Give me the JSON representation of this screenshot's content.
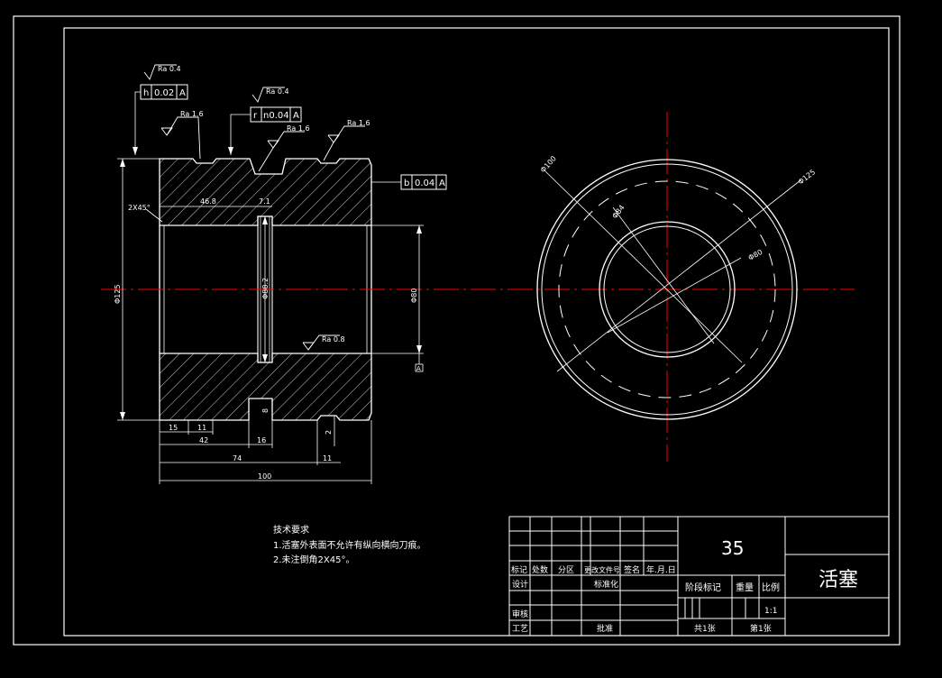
{
  "colors": {
    "background": "#000000",
    "lines": "#ffffff",
    "centerline": "#ff0000"
  },
  "side_view": {
    "tolerance_frames": [
      {
        "symbol": "h",
        "value": "0.02",
        "datum": "A"
      },
      {
        "symbol": "r",
        "value": "n0.04",
        "datum": "A"
      },
      {
        "symbol": "b",
        "value": "0.04",
        "datum": "A"
      }
    ],
    "roughness": [
      "Ra 0.4",
      "Ra 0.4",
      "Ra 1.6",
      "Ra 1.6",
      "Ra 1.6",
      "Ra 0.8"
    ],
    "dims": {
      "chamfer": "2X45°",
      "d46": "46.8",
      "d7": "7.1",
      "dia_od": "Φ125",
      "dia_groove": "Φ88.2",
      "dia_bore": "Φ80",
      "d15": "15",
      "d11a": "11",
      "d42": "42",
      "d16": "16",
      "d8": "8",
      "d2": "2",
      "d74": "74",
      "d11b": "11",
      "d100": "100",
      "datum": "A"
    }
  },
  "front_view": {
    "dims": {
      "r1": "Φ100",
      "r2": "Φ125",
      "r3": "Φ84",
      "r4": "Φ80"
    }
  },
  "notes": {
    "title": "技术要求",
    "items": [
      "1.活塞外表面不允许有纵向横向刀痕。",
      "2.未注倒角2X45°。"
    ]
  },
  "title_block": {
    "material": "35",
    "part_name": "活塞",
    "headers": [
      "标记",
      "处数",
      "分区",
      "更改文件号",
      "签名",
      "年.月.日"
    ],
    "rows": [
      "设计",
      "审核",
      "工艺"
    ],
    "standardization": "标准化",
    "approve": "批准",
    "stage": "阶段标记",
    "weight": "重量",
    "scale_label": "比例",
    "scale": "1:1",
    "sheets_total": "共1张",
    "sheet_no": "第1张"
  }
}
